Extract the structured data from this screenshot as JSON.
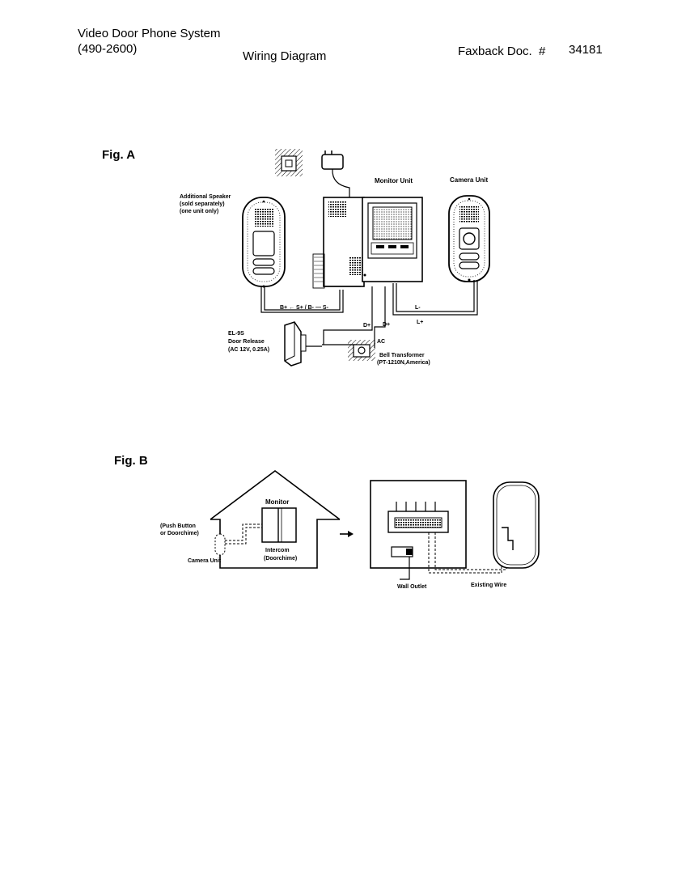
{
  "header": {
    "title_line1": "Video Door Phone System",
    "title_line2": "(490-2600)",
    "subtitle": "Wiring Diagram",
    "faxback_label": "Faxback Doc.  #",
    "faxback_number": "34181"
  },
  "fig_a": {
    "label": "Fig. A",
    "monitor_unit": "Monitor Unit",
    "camera_unit": "Camera Unit",
    "speaker_line1": "Additional Speaker",
    "speaker_line2": "(sold separately)",
    "speaker_line3": "(one unit only)",
    "wire_speaker": "B+ ← S+ / B- — S-",
    "wire_l_minus": "L-",
    "wire_l_plus": "L+",
    "wire_d_plus_1": "D+",
    "wire_d_plus_2": "D+",
    "ac_label": "AC",
    "release_line1": "EL-9S",
    "release_line2": "Door Release",
    "release_line3": "(AC 12V, 0.25A)",
    "transformer_line1": "Bell Transformer",
    "transformer_line2": "(PT-1210N,America)"
  },
  "fig_b": {
    "label": "Fig. B",
    "monitor": "Monitor",
    "push_button_line1": "(Push Button",
    "push_button_line2": "or Doorchime)",
    "camera_unit": "Camera Unit",
    "intercom_line1": "Intercom",
    "intercom_line2": "(Doorchime)",
    "wall_outlet": "Wall Outlet",
    "existing_wire": "Existing Wire"
  }
}
